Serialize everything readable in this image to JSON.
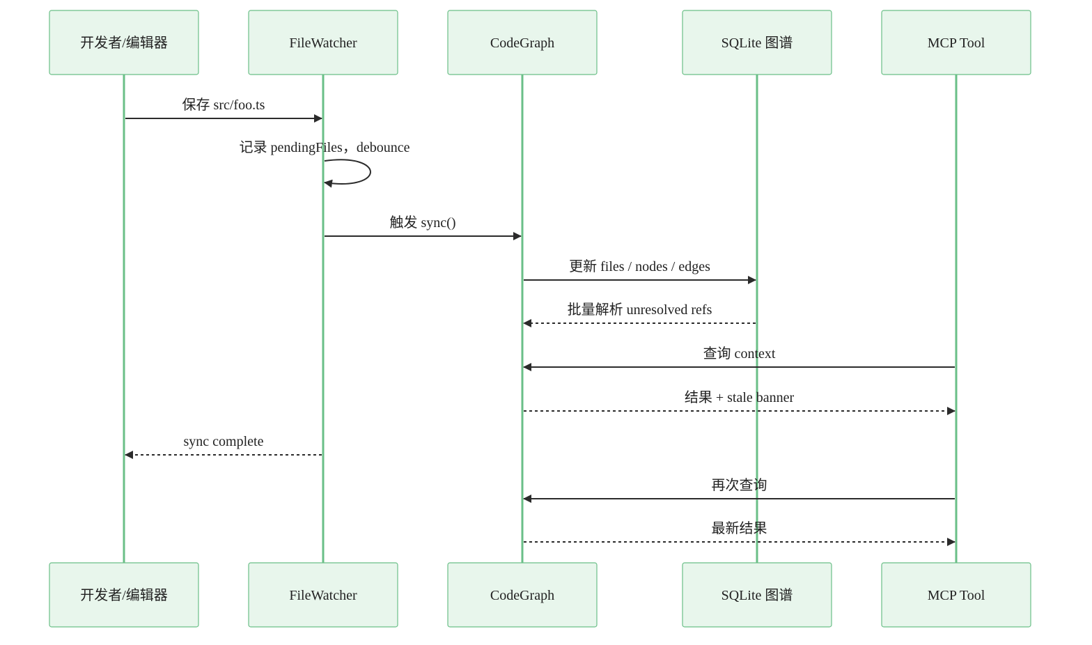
{
  "colors": {
    "actor_fill": "#e8f6ec",
    "actor_border": "#6abf87",
    "lifeline": "#6abf87",
    "arrow": "#2b2b2b",
    "text": "#222222",
    "background": "#ffffff"
  },
  "actors": [
    {
      "id": "dev",
      "label": "开发者/编辑器"
    },
    {
      "id": "watcher",
      "label": "FileWatcher"
    },
    {
      "id": "codegraph",
      "label": "CodeGraph"
    },
    {
      "id": "sqlite",
      "label": "SQLite 图谱"
    },
    {
      "id": "mcp",
      "label": "MCP Tool"
    }
  ],
  "messages": [
    {
      "from": "dev",
      "to": "watcher",
      "label": "保存 src/foo.ts",
      "style": "solid"
    },
    {
      "from": "watcher",
      "to": "watcher",
      "label": "记录 pendingFiles，debounce",
      "style": "solid",
      "self": true
    },
    {
      "from": "watcher",
      "to": "codegraph",
      "label": "触发 sync()",
      "style": "solid"
    },
    {
      "from": "codegraph",
      "to": "sqlite",
      "label": "更新 files / nodes / edges",
      "style": "solid"
    },
    {
      "from": "sqlite",
      "to": "codegraph",
      "label": "批量解析 unresolved refs",
      "style": "dashed"
    },
    {
      "from": "mcp",
      "to": "codegraph",
      "label": "查询 context",
      "style": "solid"
    },
    {
      "from": "codegraph",
      "to": "mcp",
      "label": "结果 + stale banner",
      "style": "dashed"
    },
    {
      "from": "watcher",
      "to": "dev",
      "label": "sync complete",
      "style": "dashed"
    },
    {
      "from": "mcp",
      "to": "codegraph",
      "label": "再次查询",
      "style": "solid"
    },
    {
      "from": "codegraph",
      "to": "mcp",
      "label": "最新结果",
      "style": "dashed"
    }
  ]
}
